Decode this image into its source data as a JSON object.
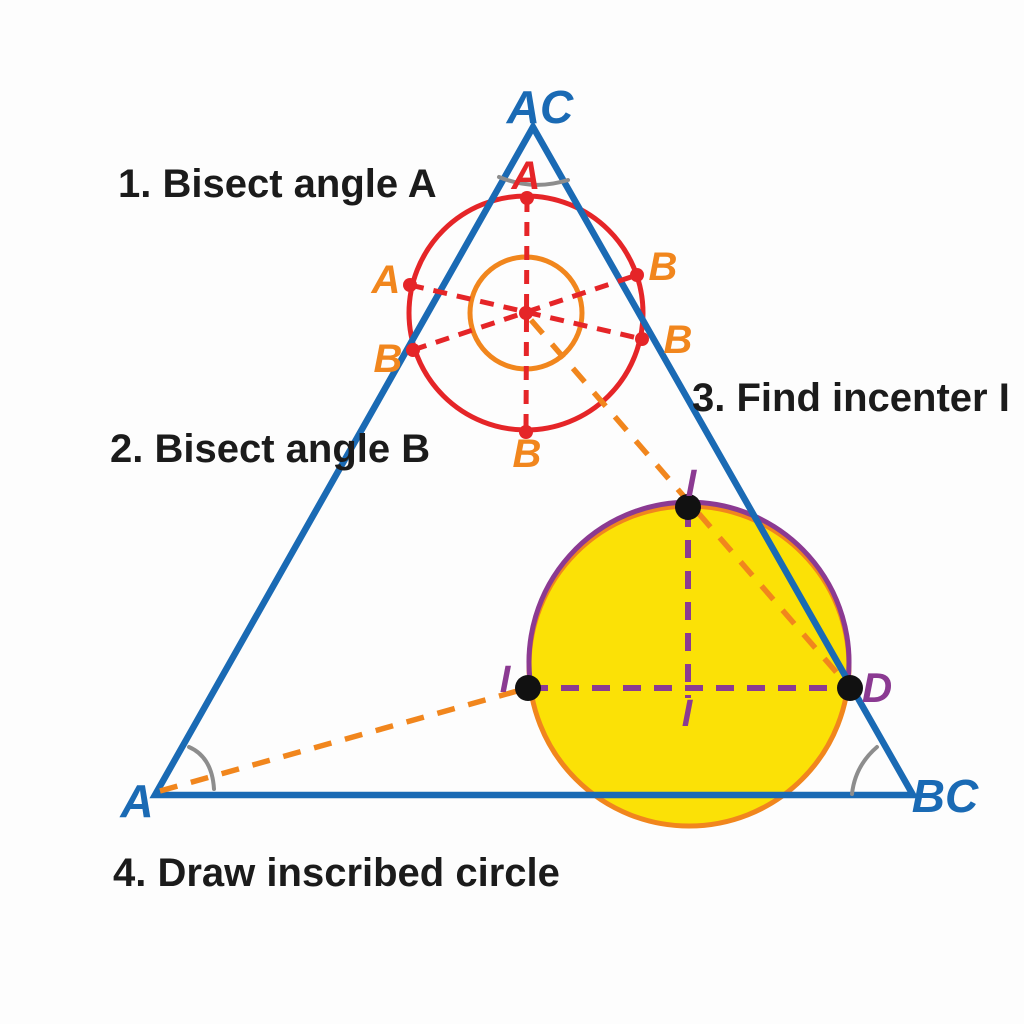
{
  "colors": {
    "blue": "#1a6ab4",
    "red": "#e52528",
    "orange": "#f1861d",
    "purple": "#8b3a92",
    "yellow": "#fbe106",
    "gray": "#8d8d8d",
    "text": "#1b1b1b",
    "background": "#fdfdfd"
  },
  "steps": {
    "step1": "1. Bisect angle A",
    "step2": "2. Bisect angle B",
    "step3": "3. Find incenter I",
    "step4": "4. Draw inscribed circle"
  },
  "triangle": {
    "vertex_top_label": "AC",
    "vertex_bottom_left_label": "A",
    "vertex_bottom_right_label": "BC"
  },
  "bisector_construction": {
    "apex_point_label": "A",
    "left_point_label": "A",
    "upper_right_point_label": "B",
    "right_point_label": "B",
    "lower_left_point_label": "B",
    "bottom_point_label": "B"
  },
  "incircle": {
    "incenter_top_label": "I",
    "incenter_left_label": "I",
    "incenter_bottom_label": "I",
    "tangent_point_label": "D"
  }
}
